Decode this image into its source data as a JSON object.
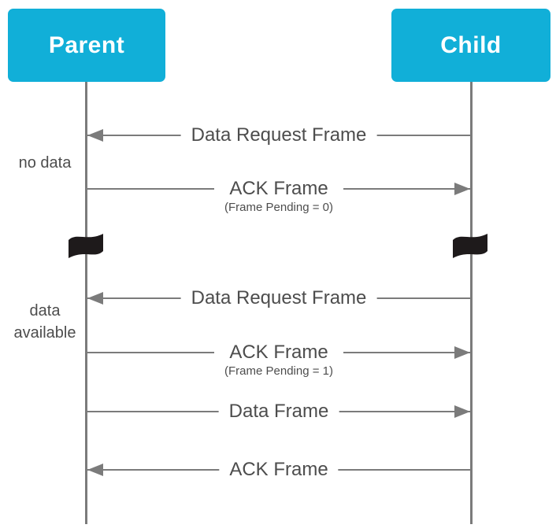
{
  "colors": {
    "actor_bg": "#11AFD8",
    "actor_text": "#FFFFFF",
    "line": "#7B7B7B",
    "text": "#4D4D4D",
    "flag": "#1E1A1B",
    "background": "#FFFFFF"
  },
  "actors": [
    {
      "label": "Parent"
    },
    {
      "label": "Child"
    }
  ],
  "side_annotations": [
    {
      "text": "no data"
    },
    {
      "text": "data available"
    }
  ],
  "messages": [
    {
      "label": "Data Request Frame",
      "sublabel": "",
      "from": "Child",
      "to": "Parent"
    },
    {
      "label": "ACK Frame",
      "sublabel": "(Frame Pending = 0)",
      "from": "Parent",
      "to": "Child"
    },
    {
      "label": "Data Request Frame",
      "sublabel": "",
      "from": "Child",
      "to": "Parent"
    },
    {
      "label": "ACK Frame",
      "sublabel": "(Frame Pending = 1)",
      "from": "Parent",
      "to": "Child"
    },
    {
      "label": "Data Frame",
      "sublabel": "",
      "from": "Parent",
      "to": "Child"
    },
    {
      "label": "ACK Frame",
      "sublabel": "",
      "from": "Child",
      "to": "Parent"
    }
  ],
  "icons": {
    "time_break": "flag-icon"
  }
}
